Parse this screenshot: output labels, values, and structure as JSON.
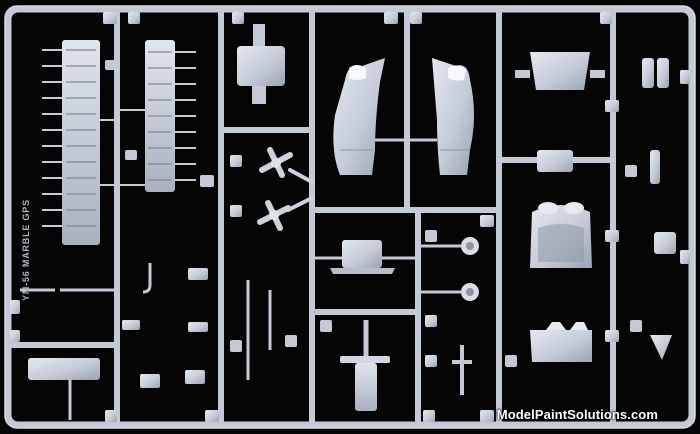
{
  "photo": {
    "subject": "sprue",
    "colors": {
      "background": "#050506",
      "plastic": "#c3cad6",
      "plastic_light": "#dfe4ec",
      "plastic_shadow": "#8e97a6"
    }
  },
  "labels": {
    "frame_code": "YM-56 MARBLE GPS",
    "watermark": "ModelPaintSolutions.com"
  }
}
